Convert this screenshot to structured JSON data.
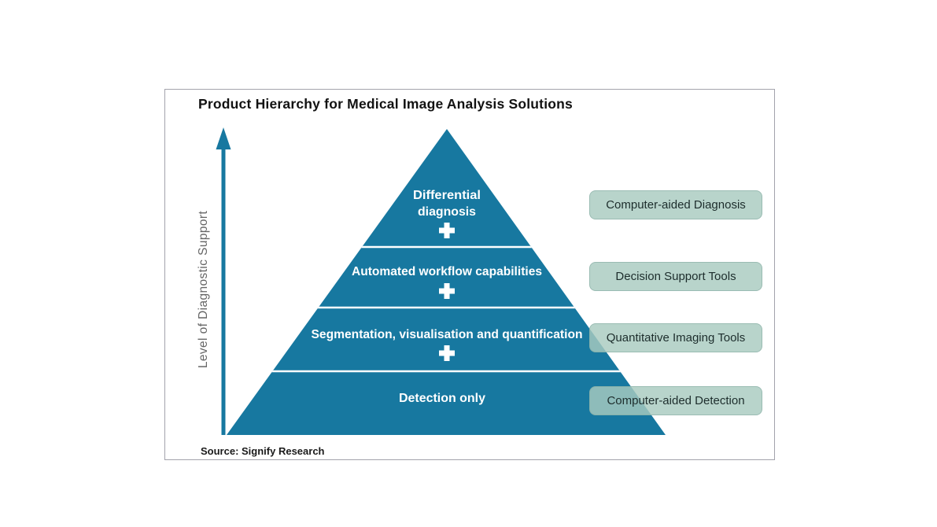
{
  "page": {
    "title": "Product Hierarchy for Medical Image Analysis Solutions",
    "source": "Source: Signify Research"
  },
  "axis": {
    "label": "Level of Diagnostic Support"
  },
  "pyramid": {
    "levels": [
      {
        "lines": [
          "Differential",
          "diagnosis"
        ],
        "badge": "Computer-aided Diagnosis"
      },
      {
        "lines": [
          "Automated workflow capabilities"
        ],
        "badge": "Decision Support Tools"
      },
      {
        "lines": [
          "Segmentation, visualisation and quantification"
        ],
        "badge": "Quantitative Imaging Tools"
      },
      {
        "lines": [
          "Detection only"
        ],
        "badge": "Computer-aided Detection"
      }
    ]
  },
  "colors": {
    "teal": "#1778A0",
    "badge_bg": "#B4D0C7",
    "badge_text": "#1D2D2C",
    "axis_label_gray": "#666666",
    "frame_border": "#A3A3AC"
  }
}
